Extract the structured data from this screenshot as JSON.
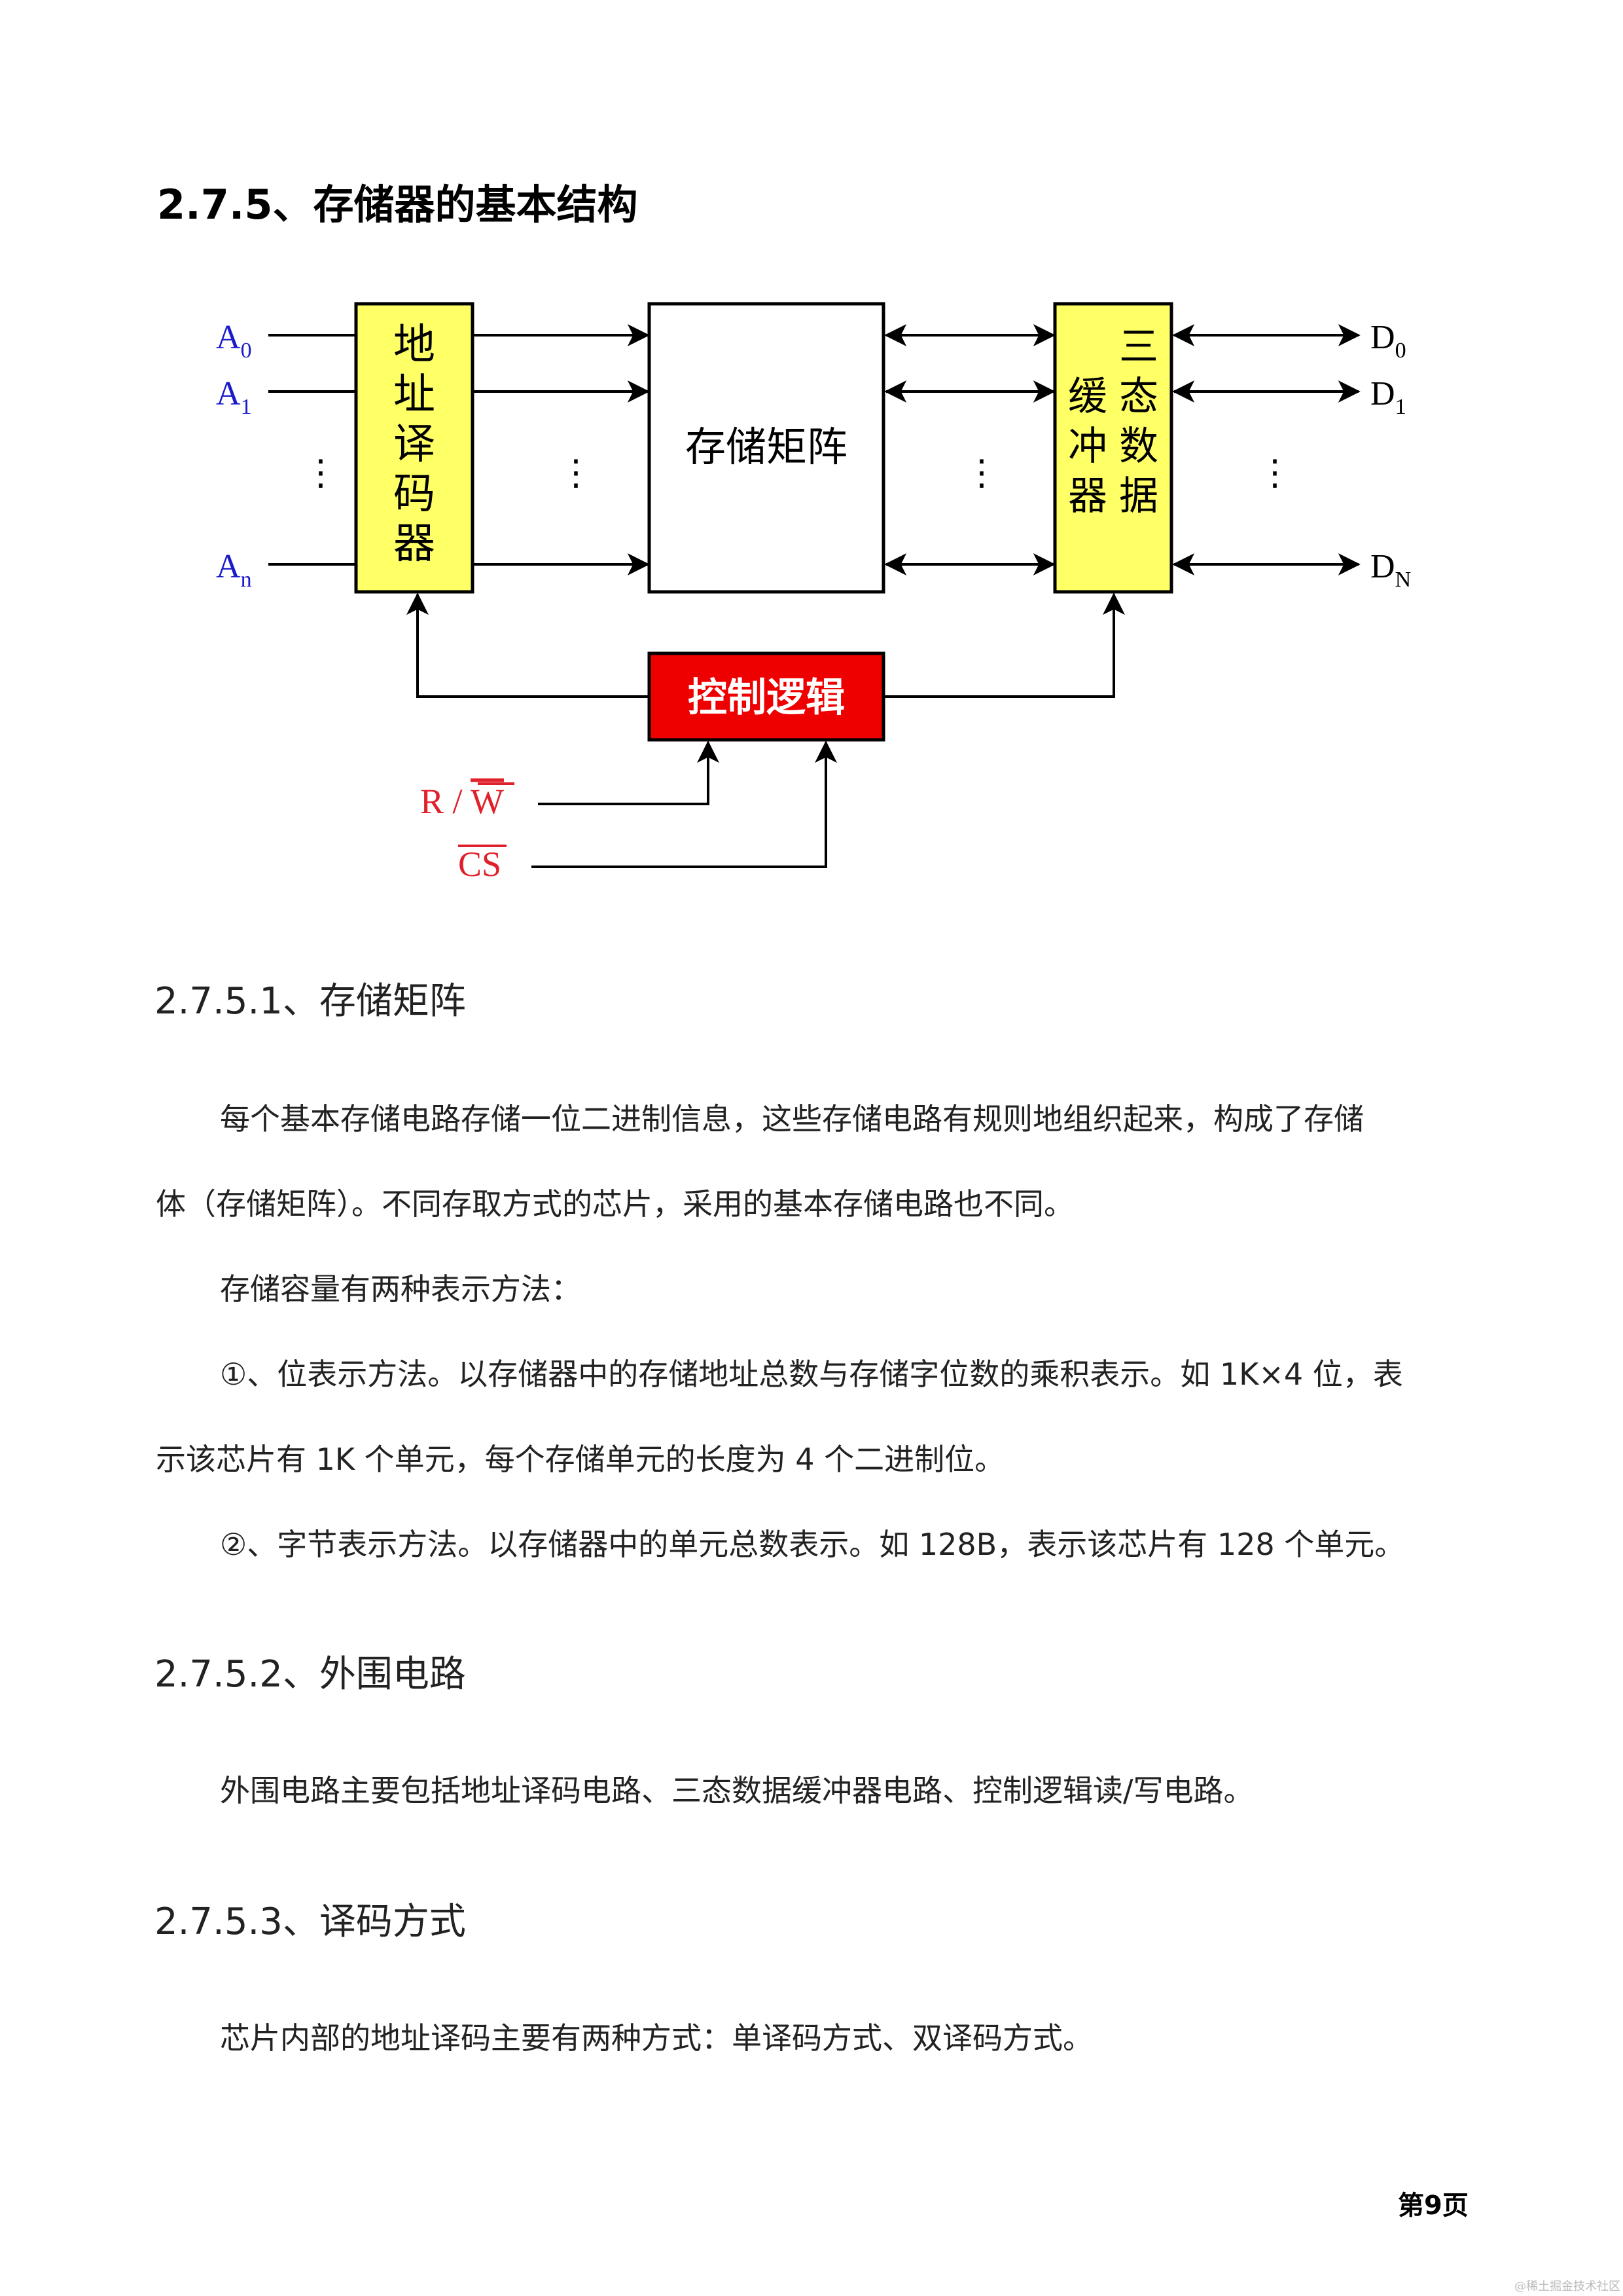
{
  "heading": "2.7.5、存储器的基本结构",
  "diagram": {
    "address_inputs": [
      {
        "main": "A",
        "sub": "0"
      },
      {
        "main": "A",
        "sub": "1"
      },
      {
        "main": "A",
        "sub": "n"
      }
    ],
    "decoder_chars": [
      "地",
      "址",
      "译",
      "码",
      "器"
    ],
    "matrix_label": "存储矩阵",
    "buffer_left_chars": [
      "缓",
      "冲",
      "器"
    ],
    "buffer_right_chars": [
      "三",
      "态",
      "数",
      "据"
    ],
    "data_outputs": [
      {
        "main": "D",
        "sub": "0"
      },
      {
        "main": "D",
        "sub": "1"
      },
      {
        "main": "D",
        "sub": "N"
      }
    ],
    "control_label": "控制逻辑",
    "rw_label_prefix": "R / ",
    "rw_label_bar": "W",
    "cs_label": "CS",
    "ellipsis": "⋮"
  },
  "sections": [
    {
      "title": "2.7.5.1、存储矩阵",
      "paragraphs": [
        "每个基本存储电路存储一位二进制信息，这些存储电路有规则地组织起来，构成了存储",
        "体（存储矩阵）。不同存取方式的芯片，采用的基本存储电路也不同。",
        "存储容量有两种表示方法：",
        "①、位表示方法。以存储器中的存储地址总数与存储字位数的乘积表示。如 1K×4 位，表",
        "示该芯片有 1K 个单元，每个存储单元的长度为 4 个二进制位。",
        "②、字节表示方法。以存储器中的单元总数表示。如 128B，表示该芯片有 128 个单元。"
      ]
    },
    {
      "title": "2.7.5.2、外围电路",
      "paragraphs": [
        "外围电路主要包括地址译码电路、三态数据缓冲器电路、控制逻辑读/写电路。"
      ]
    },
    {
      "title": "2.7.5.3、译码方式",
      "paragraphs": [
        "芯片内部的地址译码主要有两种方式：单译码方式、双译码方式。"
      ]
    }
  ],
  "footer": "第9页",
  "watermark": "@稀土掘金技术社区",
  "colors": {
    "decoder_fill": "#ffff66",
    "control_fill": "#ee0000",
    "input_label": "#1a1acc",
    "control_signal_label": "#e0202a"
  }
}
